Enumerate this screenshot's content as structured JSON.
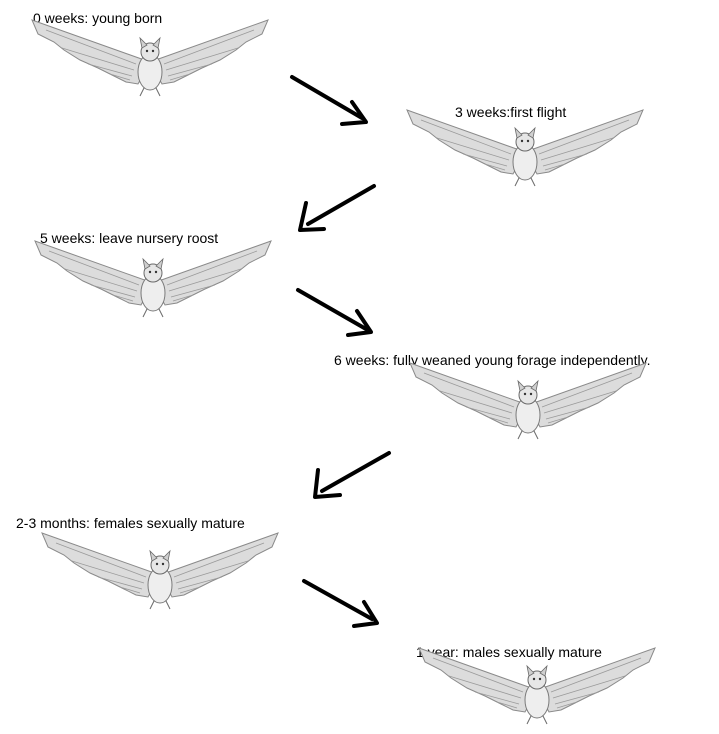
{
  "stages": [
    {
      "label": "0 weeks: young born"
    },
    {
      "label": "3 weeks:first flight"
    },
    {
      "label": "5 weeks: leave nursery roost"
    },
    {
      "label": "6 weeks: fully weaned young forage independently."
    },
    {
      "label": "2-3 months: females sexually mature"
    },
    {
      "label": "1 year: males sexually mature"
    }
  ],
  "colors": {
    "arrow": "#000000",
    "wing": "#dcdcdc",
    "wing_stroke": "#8a8a8a",
    "body": "#eeeeee"
  }
}
